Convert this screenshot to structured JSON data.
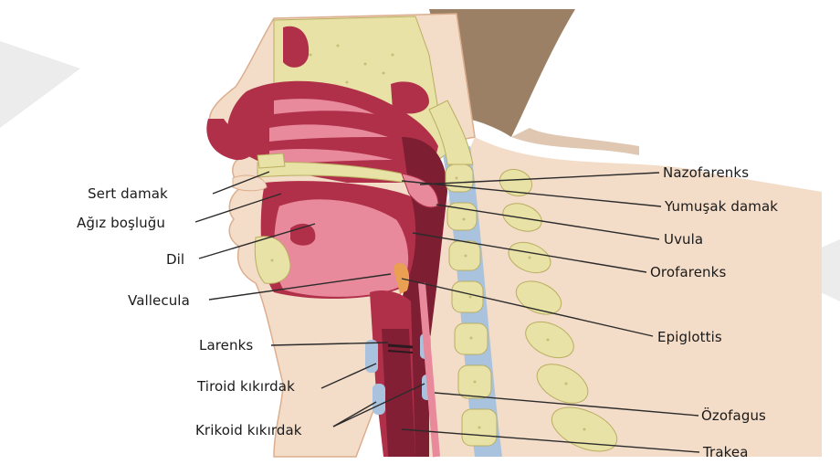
{
  "figure": {
    "colors": {
      "skin": "#f3dcc8",
      "skin_shadow": "#dcae8e",
      "bone": "#e9e2a6",
      "bone_dots": "#b9ae62",
      "muscle": "#b0304a",
      "muscle_light": "#e88a9c",
      "muscle_dark": "#7e1e33",
      "cartilage": "#a9c3de",
      "leader": "#2b2b2b",
      "watermark": "#ececec"
    },
    "labels_left": [
      "Sert damak",
      "Ağız boşluğu",
      "Dil",
      "Vallecula",
      "Larenks",
      "Tiroid kıkırdak",
      "Krikoid kıkırdak"
    ],
    "labels_right": [
      "Nazofarenks",
      "Yumuşak damak",
      "Uvula",
      "Orofarenks",
      "Epiglottis",
      "Özofagus",
      "Trakea"
    ]
  }
}
